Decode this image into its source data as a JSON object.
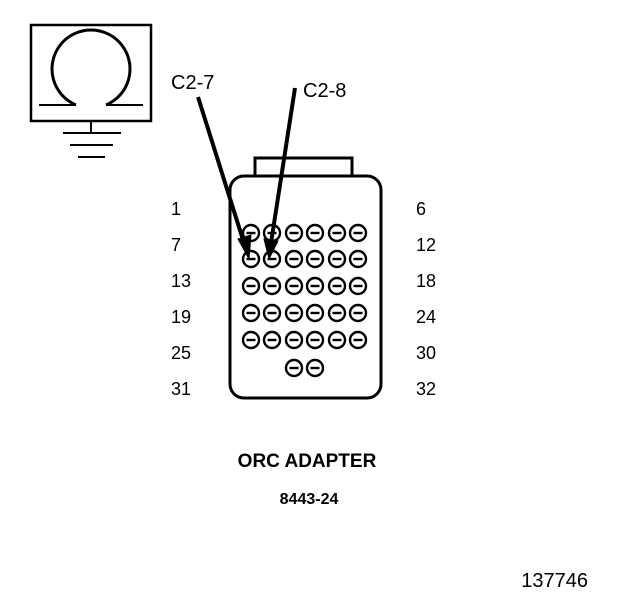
{
  "symbol": {
    "icon": "ohmmeter-ground-icon"
  },
  "callouts": {
    "left": "C2-7",
    "right": "C2-8"
  },
  "pin_labels": {
    "left": [
      "1",
      "7",
      "13",
      "19",
      "25",
      "31"
    ],
    "right": [
      "6",
      "12",
      "18",
      "24",
      "30",
      "32"
    ]
  },
  "caption": {
    "title": "ORC ADAPTER",
    "part_number": "8443-24"
  },
  "figure_number": "137746"
}
